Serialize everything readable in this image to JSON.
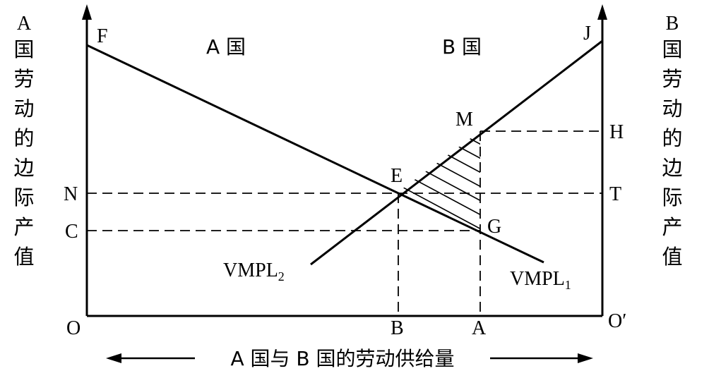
{
  "vertical_left": {
    "letter": "A",
    "chars": [
      "国",
      "劳",
      "动",
      "的",
      "边",
      "际",
      "产",
      "值"
    ]
  },
  "vertical_right": {
    "letter": "B",
    "chars": [
      "国",
      "劳",
      "动",
      "的",
      "边",
      "际",
      "产",
      "值"
    ]
  },
  "points": {
    "F": "F",
    "J": "J",
    "M": "M",
    "H": "H",
    "E": "E",
    "N": "N",
    "T": "T",
    "C": "C",
    "G": "G",
    "O": "O",
    "O_prime": "O′",
    "B": "B",
    "A": "A"
  },
  "regions": {
    "country_a": "A 国",
    "country_b": "B 国"
  },
  "curves": {
    "vmpl2": {
      "base": "VMPL",
      "sub": "2"
    },
    "vmpl1": {
      "base": "VMPL",
      "sub": "1"
    }
  },
  "bottom_axis": {
    "label": "A 国与 B 国的劳动供给量"
  }
}
